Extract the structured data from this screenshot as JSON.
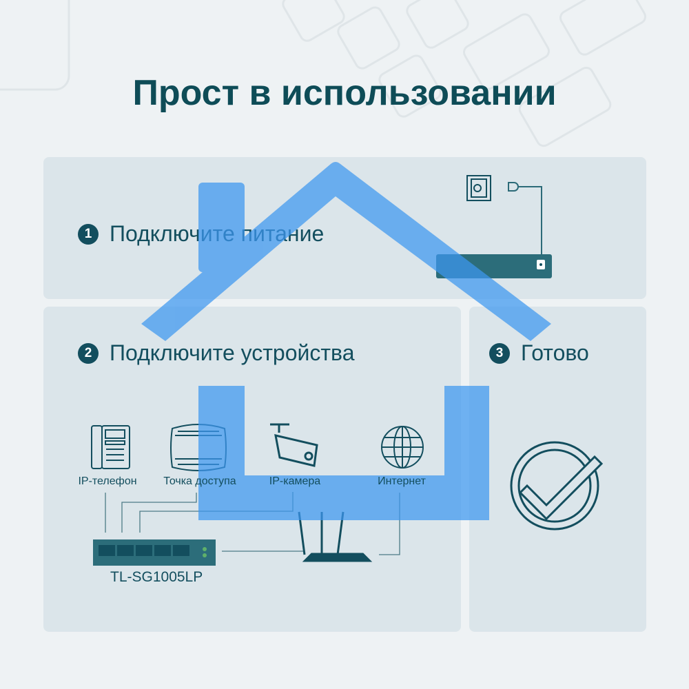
{
  "title": "Прост в использовании",
  "steps": [
    {
      "number": "1",
      "label": "Подключите питание"
    },
    {
      "number": "2",
      "label": "Подключите устройства"
    },
    {
      "number": "3",
      "label": "Готово"
    }
  ],
  "devices": [
    "IP-телефон",
    "Точка доступа",
    "IP-камера",
    "Интернет"
  ],
  "switch_model": "TL-SG1005LP",
  "colors": {
    "accent": "#134e5e",
    "house": "#4a9ef0",
    "panel": "#dbe5ea"
  }
}
